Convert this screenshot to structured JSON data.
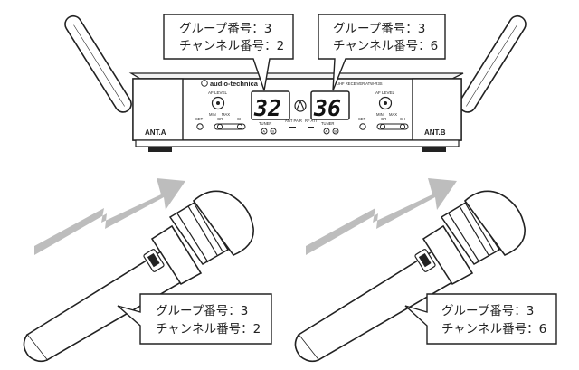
{
  "brand": "audio-technica",
  "receiver": {
    "model_label": "UHF RECEIVER ATW-R3S",
    "af_level_label": "AF LEVEL",
    "min_label": "MIN",
    "max_label": "MAX",
    "set_label": "SET",
    "gr_label": "GR",
    "ch_label": "CH",
    "tuner_label": "TUNER",
    "ant_pair_label": "ANT PAIR",
    "rf_att_label": "RF ATT",
    "tuner_a": "A",
    "tuner_b": "B",
    "display_left": "32",
    "display_right": "36",
    "ant_a_label": "ANT.A",
    "ant_b_label": "ANT.B"
  },
  "callouts": {
    "top_left": {
      "group": "グループ番号：3",
      "channel": "チャンネル番号：2"
    },
    "top_right": {
      "group": "グループ番号：3",
      "channel": "チャンネル番号：6"
    },
    "bottom_left": {
      "group": "グループ番号：3",
      "channel": "チャンネル番号：2"
    },
    "bottom_right": {
      "group": "グループ番号：3",
      "channel": "チャンネル番号：6"
    }
  }
}
